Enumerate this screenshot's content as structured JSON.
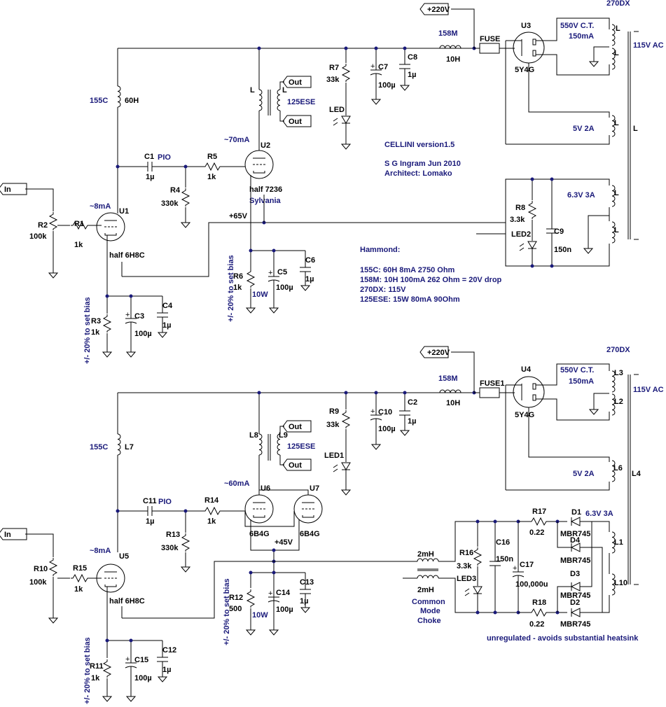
{
  "upper": {
    "ref_155c": "155C",
    "l_60h": "60H",
    "in": "In",
    "r2": "R2",
    "r2v": "100k",
    "r1": "R1",
    "r1v": "1k",
    "u1": "U1",
    "u1ma": "~8mA",
    "u1t": "half 6H8C",
    "r3": "R3",
    "r3v": "1k",
    "c3": "C3",
    "c3v": "100µ",
    "c4": "C4",
    "c4v": "1µ",
    "bias": "+/- 20% to set bias",
    "c1": "C1",
    "c1v": "1µ",
    "pio": "PIO",
    "r4": "R4",
    "r4v": "330k",
    "r5": "R5",
    "r5v": "1k",
    "u2": "U2",
    "u2ma": "~70mA",
    "u2t": "half  7236",
    "syl": "Sylvania",
    "plus65": "+65V",
    "r6": "R6",
    "r6v": "1k",
    "w10": "10W",
    "c5": "C5",
    "c5v": "100µ",
    "c6": "C6",
    "c6v": "1µ",
    "bias2": "+/- 20% to set bias",
    "l": "L",
    "l2": "L",
    "ese": "125ESE",
    "out1": "Out",
    "out2": "Out",
    "r7": "R7",
    "r7v": "33k",
    "led": "LED",
    "c7": "C7",
    "c7v": "100µ",
    "c8": "C8",
    "c8v": "1µ",
    "m158": "158M",
    "h10": "10H",
    "fuse": "FUSE",
    "v220": "+220V",
    "u3": "U3",
    "u3t": "5Y4G",
    "ct": "550V C.T.",
    "ma150": "150mA",
    "dx": "270DX",
    "ac": "115V AC",
    "v5": "5V 2A",
    "v63": "6.3V 3A",
    "r8": "R8",
    "r8v": "3.3k",
    "led2": "LED2",
    "c9": "C9",
    "c9v": "150n",
    "tl1": "L",
    "tl2": "L",
    "tl3": "L",
    "tl4": "L",
    "tl5": "L",
    "tl6": "L"
  },
  "notes": {
    "title": "CELLINI version1.5",
    "author": "S G Ingram Jun 2010",
    "architect": "Architect: Lomako",
    "hammond": "Hammond:",
    "n1": "155C: 60H 8mA 2750 Ohm",
    "n2": "158M: 10H 100mA 262 Ohm = 20V drop",
    "n3": "270DX: 115V",
    "n4": "125ESE: 15W 80mA 90Ohm"
  },
  "lower": {
    "ref_155c": "155C",
    "l7": "L7",
    "in": "In",
    "r10": "R10",
    "r10v": "100k",
    "r15": "R15",
    "r15v": "1k",
    "u5": "U5",
    "u5ma": "~8mA",
    "u5t": "half 6H8C",
    "r11": "R11",
    "r11v": "1k",
    "c15": "C15",
    "c15v": "100µ",
    "c12": "C12",
    "c12v": "1µ",
    "bias": "+/- 20% to set bias",
    "c11": "C11",
    "c11v": "1µ",
    "pio": "PIO",
    "r13": "R13",
    "r13v": "330k",
    "r14": "R14",
    "r14v": "1k",
    "u6": "U6",
    "u6ma": "~60mA",
    "u6t": "6B4G",
    "u7": "U7",
    "u7t": "6B4G",
    "plus45": "+45V",
    "r12": "R12",
    "r12v": "500",
    "w10": "10W",
    "c14": "C14",
    "c14v": "100µ",
    "c13": "C13",
    "c13v": "1µ",
    "bias2": "+/- 20% to set bias",
    "l8": "L8",
    "l9": "L9",
    "ese": "125ESE",
    "out1": "Out",
    "out2": "Out",
    "r9": "R9",
    "r9v": "33k",
    "led1": "LED1",
    "c10": "C10",
    "c10v": "100µ",
    "c2": "C2",
    "c2v": "1µ",
    "m158": "158M",
    "h10": "10H",
    "fuse": "FUSE1",
    "v220": "+220V",
    "u4": "U4",
    "u4t": "5Y4G",
    "ct": "550V C.T.",
    "ma150": "150mA",
    "dx": "270DX",
    "ac": "115V AC",
    "v5": "5V 2A",
    "v63": "6.3V 3A",
    "l3": "L3",
    "l2": "L2",
    "l6": "L6",
    "l4": "L4",
    "l1": "L1",
    "l10": "L10",
    "mh1": "2mH",
    "mh2": "2mH",
    "cm1": "Common",
    "cm2": "Mode",
    "cm3": "Choke",
    "r16": "R16",
    "r16v": "3.3k",
    "led3": "LED3",
    "c16": "C16",
    "c16v": "150n",
    "c17": "C17",
    "c17v": "100,000u",
    "r17": "R17",
    "r17v": "0.22",
    "r18": "R18",
    "r18v": "0.22",
    "d1": "D1",
    "d1v": "MBR745",
    "d4": "D4",
    "d4v": "MBR745",
    "d3": "D3",
    "d3v": "MBR745",
    "d2": "D2",
    "d2v": "MBR745",
    "unreg": "unregulated - avoids substantial heatsink"
  }
}
